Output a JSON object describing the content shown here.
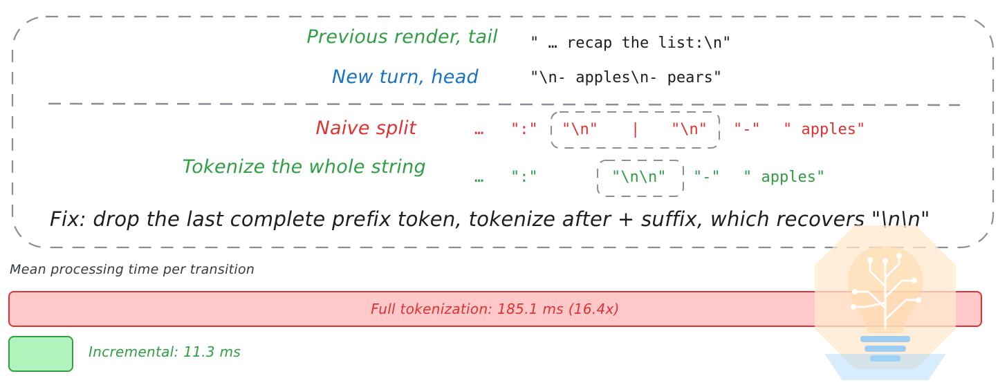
{
  "diagram": {
    "header": {
      "previous_label": "Previous render, tail",
      "previous_string": "\" … recap the list:\\n\"",
      "new_label": "New turn, head",
      "new_string": "\"\\n- apples\\n- pears\""
    },
    "naive": {
      "label": "Naive split",
      "tokens": {
        "ellipsis": "…",
        "colon": "\":\"",
        "nl_a": "\"\\n\"",
        "divider": "|",
        "nl_b": "\"\\n\"",
        "dash": "\"-\"",
        "apples": "\" apples\""
      }
    },
    "whole": {
      "label": "Tokenize the whole string",
      "tokens": {
        "ellipsis": "…",
        "colon": "\":\"",
        "nlnl": "\"\\n\\n\"",
        "dash": "\"-\"",
        "apples": "\" apples\""
      }
    },
    "fix": "Fix: drop the last complete prefix token, tokenize after + suffix, which recovers \"\\n\\n\""
  },
  "timing": {
    "caption": "Mean processing time per transition",
    "full_label": "Full tokenization: 185.1 ms (16.4x)",
    "full_ms": 185.1,
    "incremental_label": "Incremental: 11.3 ms",
    "incremental_ms": 11.3
  },
  "colors": {
    "green": "#2f9e44",
    "blue": "#1971c2",
    "red": "#e03131",
    "dash": "#868e96",
    "full_fill": "#ffc9c9",
    "inc_fill": "#b2f2bb"
  }
}
